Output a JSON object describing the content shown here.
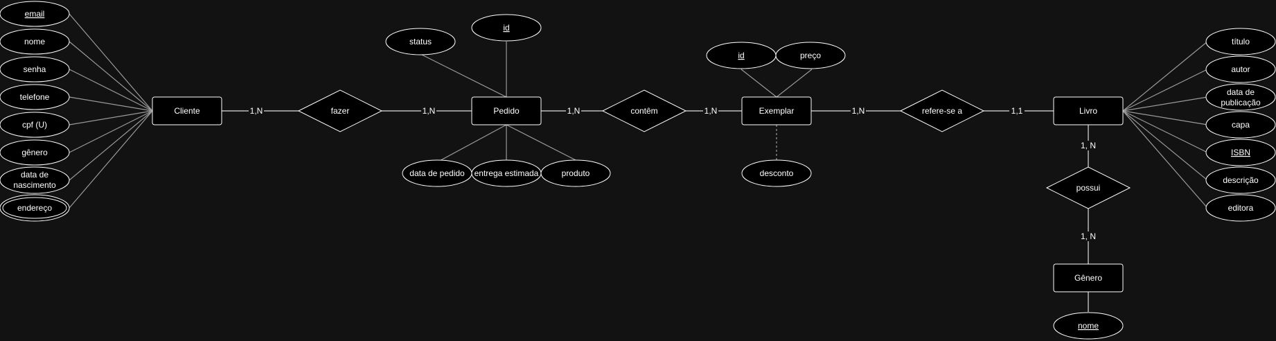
{
  "entities": {
    "cliente": "Cliente",
    "pedido": "Pedido",
    "exemplar": "Exemplar",
    "livro": "Livro",
    "genero": "Gênero"
  },
  "relationships": {
    "fazer": "fazer",
    "contem": "contêm",
    "refere": "refere-se a",
    "possui": "possui"
  },
  "cliente_attributes": {
    "email": "email",
    "nome": "nome",
    "senha": "senha",
    "telefone": "telefone",
    "cpf": "cpf (U)",
    "genero": "gênero",
    "nascimento_1": "data de",
    "nascimento_2": "nascimento",
    "endereco": "endereço"
  },
  "pedido_attributes": {
    "status": "status",
    "id": "id",
    "data_pedido": "data de pedido",
    "entrega": "entrega estimada",
    "produto": "produto"
  },
  "exemplar_attributes": {
    "id": "id",
    "preco": "preço",
    "desconto": "desconto"
  },
  "livro_attributes": {
    "titulo": "título",
    "autor": "autor",
    "publicacao_1": "data de",
    "publicacao_2": "publicação",
    "capa": "capa",
    "isbn": "ISBN",
    "descricao": "descrição",
    "editora": "editora"
  },
  "genero_attributes": {
    "nome": "nome"
  },
  "cardinalities": {
    "cliente_fazer": "1,N",
    "fazer_pedido": "1,N",
    "pedido_contem": "1,N",
    "contem_exemplar": "1,N",
    "exemplar_refere": "1,N",
    "refere_livro": "1,1",
    "livro_possui": "1, N",
    "possui_genero": "1, N"
  }
}
